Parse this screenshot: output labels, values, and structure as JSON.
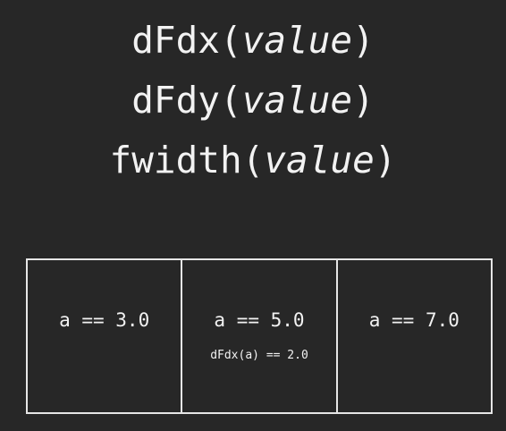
{
  "colors": {
    "background": "#272727",
    "text": "#f2f2f2",
    "cell_border": "#e6e6e6"
  },
  "functions": [
    {
      "name": "dFdx",
      "open": "(",
      "arg": "value",
      "close": ")"
    },
    {
      "name": "dFdy",
      "open": "(",
      "arg": "value",
      "close": ")"
    },
    {
      "name": "fwidth",
      "open": "(",
      "arg": "value",
      "close": ")"
    }
  ],
  "cells": [
    {
      "value": "a == 3.0",
      "note": ""
    },
    {
      "value": "a == 5.0",
      "note": "dFdx(a) == 2.0"
    },
    {
      "value": "a == 7.0",
      "note": ""
    }
  ]
}
